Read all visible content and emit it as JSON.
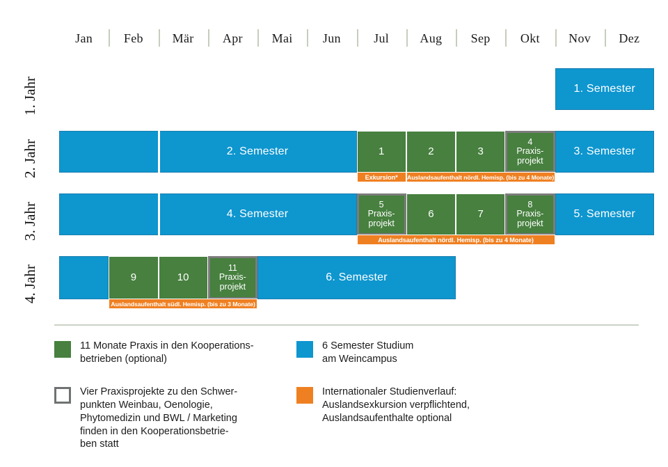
{
  "months": [
    "Jan",
    "Feb",
    "Mär",
    "Apr",
    "Mai",
    "Jun",
    "Jul",
    "Aug",
    "Sep",
    "Okt",
    "Nov",
    "Dez"
  ],
  "years": [
    {
      "label": "1. Jahr"
    },
    {
      "label": "2. Jahr"
    },
    {
      "label": "3. Jahr"
    },
    {
      "label": "4. Jahr"
    }
  ],
  "colors": {
    "blue": "#0e96cf",
    "green": "#47803f",
    "orange": "#ef8022",
    "praxis_border": "#7c7c7c",
    "divider": "#ccd2c5",
    "month_separator": "#c6cdbc"
  },
  "rows": [
    {
      "year": "1. Jahr",
      "blocks": [
        {
          "label": "1. Semester",
          "type": "blue",
          "start": 10,
          "span": 2
        }
      ],
      "orange_bars": []
    },
    {
      "year": "2. Jahr",
      "blocks": [
        {
          "label": "",
          "type": "blue",
          "start": 0,
          "span": 2
        },
        {
          "label": "2. Semester",
          "type": "blue",
          "start": 2,
          "span": 4
        },
        {
          "label": "1",
          "type": "green",
          "start": 6,
          "span": 1
        },
        {
          "label": "2",
          "type": "green",
          "start": 7,
          "span": 1
        },
        {
          "label": "3",
          "type": "green",
          "start": 8,
          "span": 1
        },
        {
          "label": "4\nPraxis-\nprojekt",
          "type": "green-praxis",
          "start": 9,
          "span": 1
        },
        {
          "label": "3. Semester",
          "type": "blue",
          "start": 10,
          "span": 2
        }
      ],
      "orange_bars": [
        {
          "label": "Exkursion*",
          "start": 6,
          "span": 1
        },
        {
          "label": "Auslandsaufenthalt nördl. Hemisp. (bis zu 4 Monate)",
          "start": 7,
          "span": 3
        }
      ]
    },
    {
      "year": "3. Jahr",
      "blocks": [
        {
          "label": "",
          "type": "blue",
          "start": 0,
          "span": 2
        },
        {
          "label": "4. Semester",
          "type": "blue",
          "start": 2,
          "span": 4
        },
        {
          "label": "5\nPraxis-\nprojekt",
          "type": "green-praxis",
          "start": 6,
          "span": 1
        },
        {
          "label": "6",
          "type": "green",
          "start": 7,
          "span": 1
        },
        {
          "label": "7",
          "type": "green",
          "start": 8,
          "span": 1
        },
        {
          "label": "8\nPraxis-\nprojekt",
          "type": "green-praxis",
          "start": 9,
          "span": 1
        },
        {
          "label": "5. Semester",
          "type": "blue",
          "start": 10,
          "span": 2
        }
      ],
      "orange_bars": [
        {
          "label": "Auslandsaufenthalt nördl. Hemisp. (bis zu 4 Monate)",
          "start": 6,
          "span": 4
        }
      ]
    },
    {
      "year": "4. Jahr",
      "blocks": [
        {
          "label": "",
          "type": "blue",
          "start": 0,
          "span": 1
        },
        {
          "label": "9",
          "type": "green",
          "start": 1,
          "span": 1
        },
        {
          "label": "10",
          "type": "green",
          "start": 2,
          "span": 1
        },
        {
          "label": "11\nPraxis-\nprojekt",
          "type": "green-praxis",
          "start": 3,
          "span": 1
        },
        {
          "label": "6. Semester",
          "type": "blue",
          "start": 4,
          "span": 4
        }
      ],
      "orange_bars": [
        {
          "label": "Auslandsaufenthalt südl. Hemisp. (bis zu 3 Monate)",
          "start": 1,
          "span": 3
        }
      ]
    }
  ],
  "legend": {
    "left": [
      {
        "swatch": "green",
        "text": "11 Monate Praxis in den Kooperations-\nbetrieben (optional)"
      },
      {
        "swatch": "outline",
        "text": "Vier Praxisprojekte zu den Schwer-\npunkten Weinbau, Oenologie,\nPhytomedizin und BWL / Marketing\nfinden in den Kooperationsbetrie-\nben statt"
      }
    ],
    "right": [
      {
        "swatch": "blue",
        "text": "6 Semester Studium\nam Weincampus"
      },
      {
        "swatch": "orange",
        "text": "Internationaler Studienverlauf:\nAuslandsexkursion verpflichtend,\nAuslandsaufenthalte optional"
      }
    ]
  }
}
